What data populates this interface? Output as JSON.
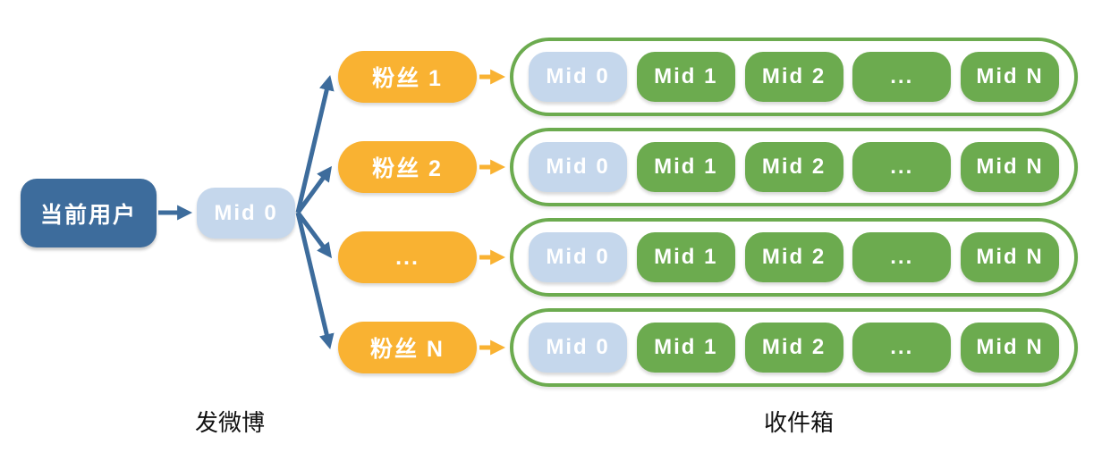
{
  "diagram": {
    "publish": {
      "user_label": "当前用户",
      "mid_label": "Mid 0",
      "fans": [
        "粉丝 1",
        "粉丝 2",
        "...",
        "粉丝 N"
      ]
    },
    "inbox_rows": [
      {
        "pills": [
          {
            "label": "Mid 0",
            "variant": "self"
          },
          {
            "label": "Mid 1",
            "variant": "fanout"
          },
          {
            "label": "Mid 2",
            "variant": "fanout"
          },
          {
            "label": "...",
            "variant": "fanout"
          },
          {
            "label": "Mid N",
            "variant": "fanout"
          }
        ]
      },
      {
        "pills": [
          {
            "label": "Mid 0",
            "variant": "self"
          },
          {
            "label": "Mid 1",
            "variant": "fanout"
          },
          {
            "label": "Mid 2",
            "variant": "fanout"
          },
          {
            "label": "...",
            "variant": "fanout"
          },
          {
            "label": "Mid N",
            "variant": "fanout"
          }
        ]
      },
      {
        "pills": [
          {
            "label": "Mid 0",
            "variant": "self"
          },
          {
            "label": "Mid 1",
            "variant": "fanout"
          },
          {
            "label": "Mid 2",
            "variant": "fanout"
          },
          {
            "label": "...",
            "variant": "fanout"
          },
          {
            "label": "Mid N",
            "variant": "fanout"
          }
        ]
      },
      {
        "pills": [
          {
            "label": "Mid 0",
            "variant": "self"
          },
          {
            "label": "Mid 1",
            "variant": "fanout"
          },
          {
            "label": "Mid 2",
            "variant": "fanout"
          },
          {
            "label": "...",
            "variant": "fanout"
          },
          {
            "label": "Mid N",
            "variant": "fanout"
          }
        ]
      }
    ],
    "captions": {
      "publish": "发微博",
      "inbox": "收件箱"
    },
    "colors": {
      "user_box": "#3D6C9C",
      "mid_pill": "#C5D7EC",
      "fan_pill": "#F9B232",
      "inbox_pill_green": "#6CAB4F",
      "arrow_blue": "#3D6C9C",
      "arrow_orange": "#F9B232",
      "text_light": "#FFFFFF",
      "caption_text": "#111111"
    }
  }
}
